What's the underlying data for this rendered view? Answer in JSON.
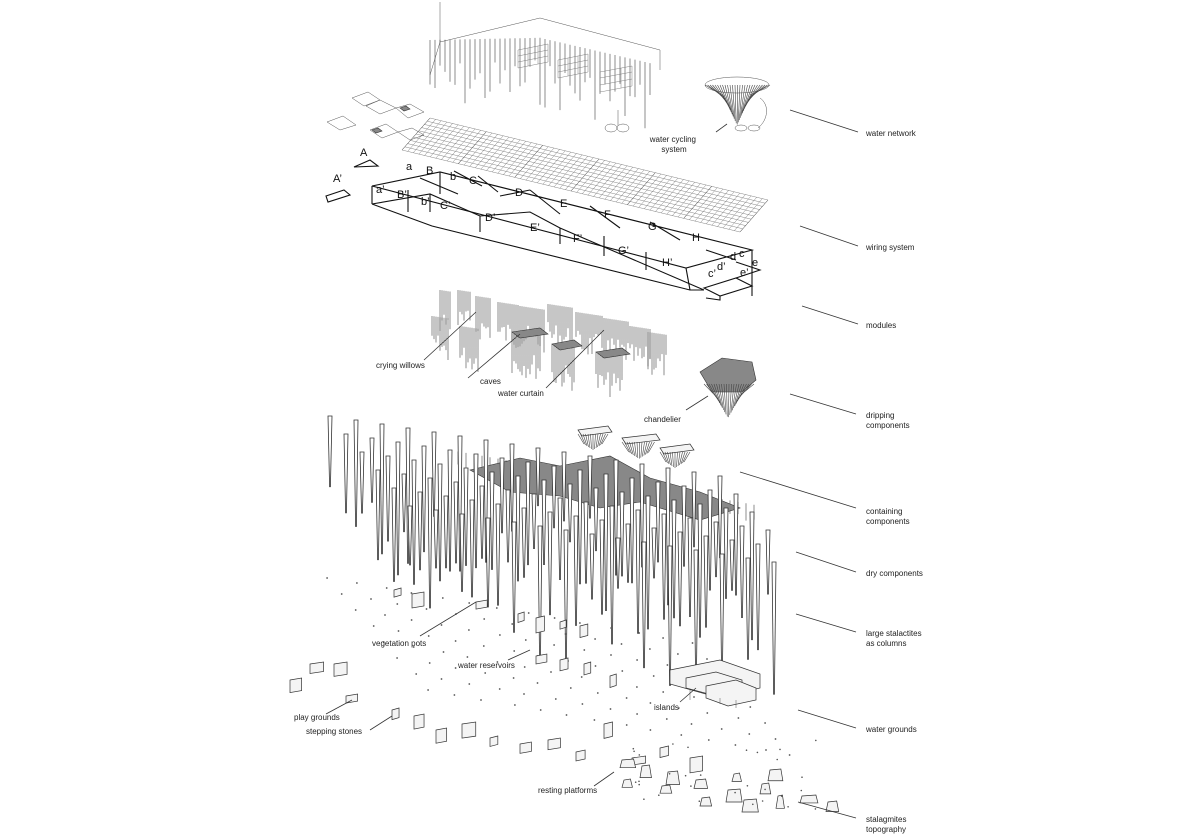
{
  "layers": [
    {
      "id": "water-network",
      "lines": [
        "water network"
      ]
    },
    {
      "id": "wiring-system",
      "lines": [
        "wiring system"
      ]
    },
    {
      "id": "modules",
      "lines": [
        "modules"
      ]
    },
    {
      "id": "dripping-components",
      "lines": [
        "dripping",
        "components"
      ]
    },
    {
      "id": "containing-components",
      "lines": [
        "containing",
        "components"
      ]
    },
    {
      "id": "dry-components",
      "lines": [
        "dry components"
      ]
    },
    {
      "id": "large-stalactites",
      "lines": [
        "large stalactites",
        "as columns"
      ]
    },
    {
      "id": "water-grounds",
      "lines": [
        "water grounds"
      ]
    },
    {
      "id": "stalagmites-topography",
      "lines": [
        "stalagmites",
        "topography"
      ]
    }
  ],
  "callouts": [
    {
      "id": "water-cycling-system",
      "lines": [
        "water cycling",
        "system"
      ]
    },
    {
      "id": "crying-willows",
      "lines": [
        "crying willows"
      ]
    },
    {
      "id": "caves",
      "lines": [
        "caves"
      ]
    },
    {
      "id": "water-curtain",
      "lines": [
        "water curtain"
      ]
    },
    {
      "id": "chandelier",
      "lines": [
        "chandelier"
      ]
    },
    {
      "id": "vegetation-pots",
      "lines": [
        "vegetation pots"
      ]
    },
    {
      "id": "water-reservoirs",
      "lines": [
        "water reservoirs"
      ]
    },
    {
      "id": "islands",
      "lines": [
        "islands"
      ]
    },
    {
      "id": "play-grounds",
      "lines": [
        "play grounds"
      ]
    },
    {
      "id": "stepping-stones",
      "lines": [
        "stepping stones"
      ]
    },
    {
      "id": "resting-platforms",
      "lines": [
        "resting platforms"
      ]
    }
  ],
  "module_letters": {
    "upper": [
      "A",
      "B",
      "C",
      "D",
      "E",
      "F",
      "G",
      "H"
    ],
    "upper_prime": [
      "A’",
      "B’",
      "C’",
      "D’",
      "E’",
      "F’",
      "G’",
      "H’"
    ],
    "lower": [
      "a",
      "b",
      "c",
      "d",
      "e"
    ],
    "lower_prime": [
      "a’",
      "b’",
      "c’",
      "d’",
      "e’"
    ]
  }
}
